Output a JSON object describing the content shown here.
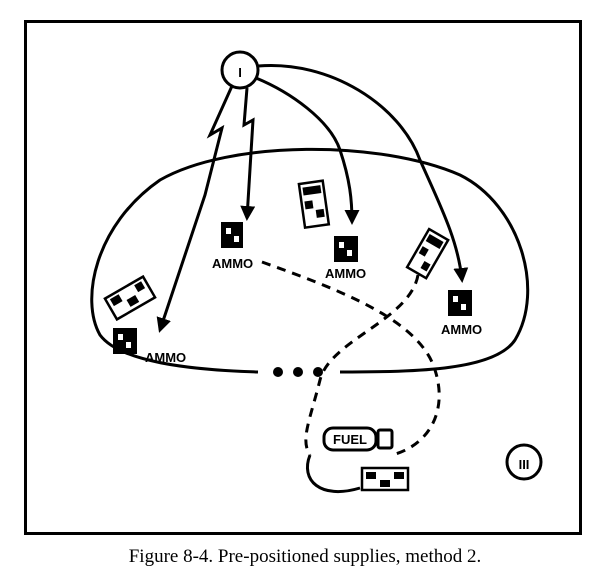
{
  "figure": {
    "caption": "Figure 8-4. Pre-positioned supplies, method 2.",
    "source_symbol": "I",
    "unit_symbol": "III",
    "ammo_label": "AMMO",
    "fuel_label": "FUEL",
    "ammo_points": [
      "AMMO",
      "AMMO",
      "AMMO",
      "AMMO"
    ],
    "colors": {
      "ink": "#000000",
      "paper": "#ffffff"
    }
  }
}
